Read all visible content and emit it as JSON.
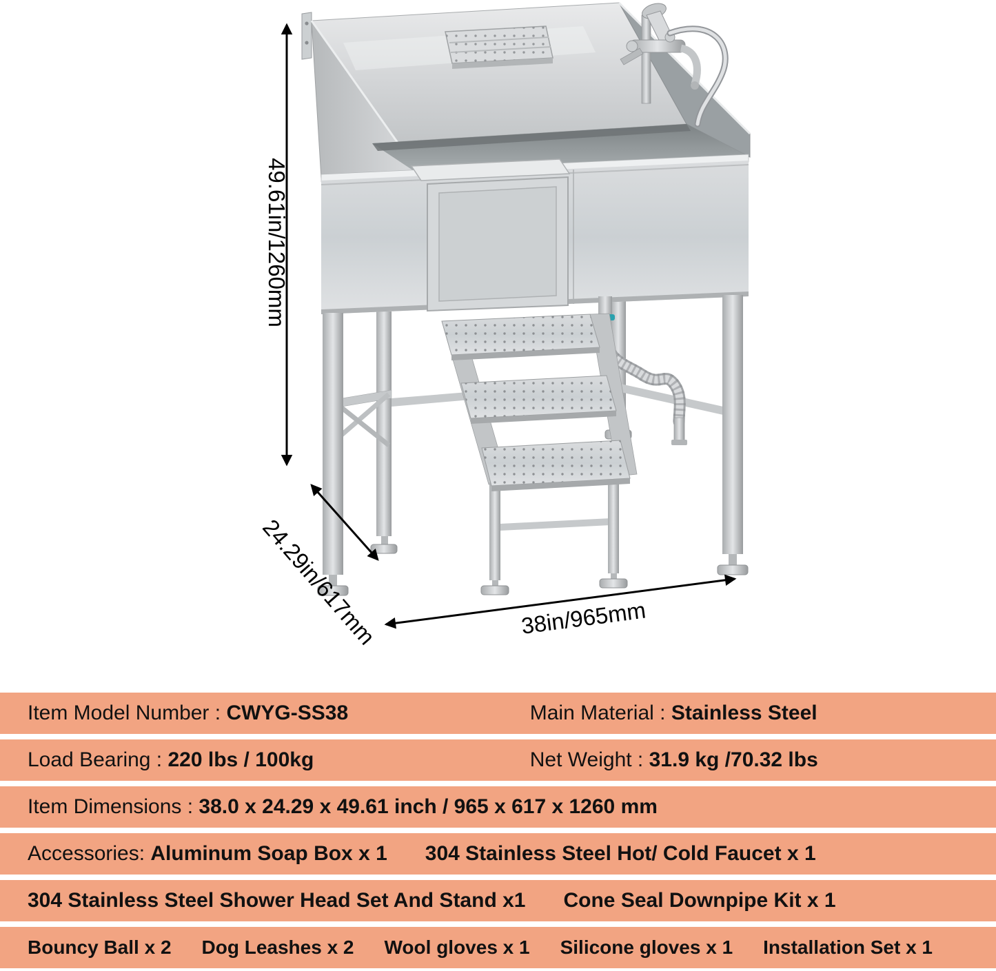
{
  "illustration": {
    "height_label": "49.61in/1260mm",
    "depth_label": "24.29in/617mm",
    "width_label": "38in/965mm"
  },
  "specs": {
    "row1": {
      "c1": {
        "label": "Item Model Number : ",
        "value": "CWYG-SS38"
      },
      "c2": {
        "label": "Main Material : ",
        "value": "Stainless Steel"
      }
    },
    "row2": {
      "c1": {
        "label": "Load Bearing : ",
        "value": "220 lbs / 100kg"
      },
      "c2": {
        "label": "Net Weight : ",
        "value": "31.9 kg /70.32 lbs"
      }
    },
    "row3": {
      "c1": {
        "label": "Item Dimensions : ",
        "value": "38.0 x 24.29 x 49.61 inch / 965 x 617 x 1260 mm"
      }
    },
    "row4": {
      "c1": {
        "label": "Accessories: ",
        "value": "Aluminum Soap Box x 1"
      },
      "c2": {
        "label": "",
        "value": "304 Stainless Steel Hot/ Cold Faucet x 1"
      }
    },
    "row5": {
      "c1": {
        "label": "",
        "value": "304 Stainless Steel Shower Head Set And Stand x1"
      },
      "c2": {
        "label": "",
        "value": "Cone Seal Downpipe Kit x 1"
      }
    },
    "row6": {
      "items": [
        "Bouncy Ball x 2",
        "Dog Leashes x 2",
        "Wool gloves x 1",
        "Silicone gloves x 1",
        "Installation Set x 1"
      ]
    }
  },
  "colors": {
    "row_bg": "#f2a482",
    "dimension_line": "#000000"
  }
}
